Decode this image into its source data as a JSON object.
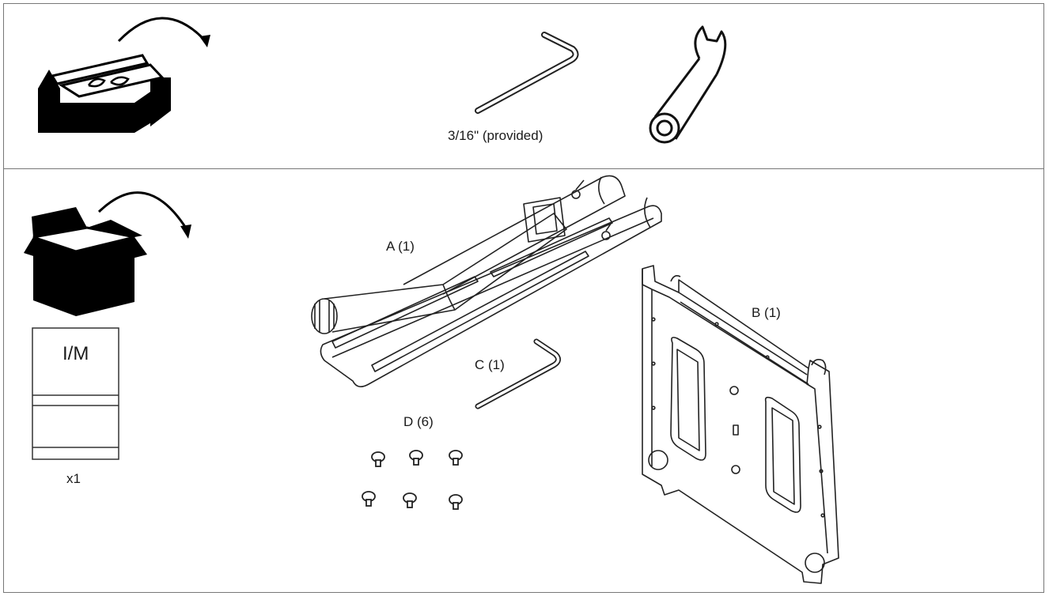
{
  "tools": {
    "hex_key_label": "3/16\" (provided)"
  },
  "manual": {
    "label": "I/M",
    "quantity": "x1"
  },
  "parts": {
    "a": "A (1)",
    "b": "B (1)",
    "c": "C (1)",
    "d": "D (6)"
  }
}
